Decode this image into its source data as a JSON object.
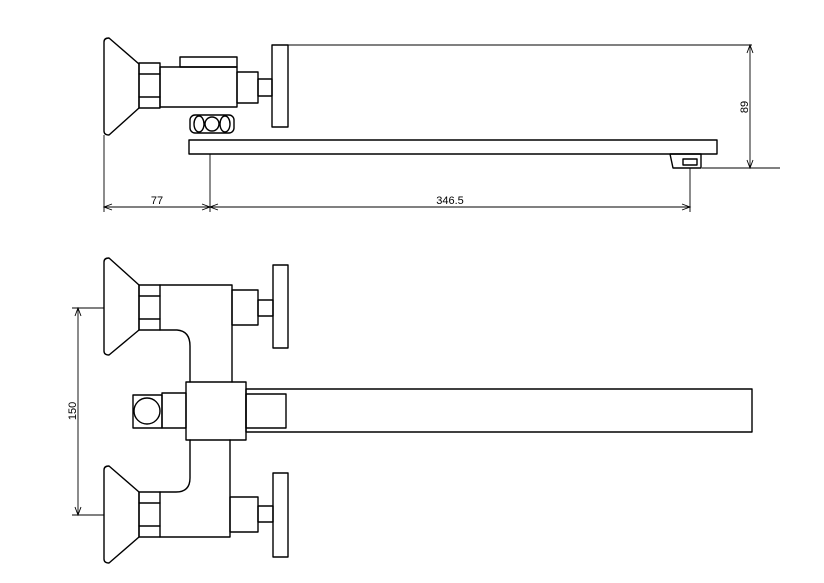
{
  "colors": {
    "line": "#000000",
    "background": "#ffffff"
  },
  "side_view": {
    "dim_flange_to_spout": "77",
    "dim_spout_reach": "346.5",
    "dim_handle_to_outlet_height": "89"
  },
  "plan_view": {
    "dim_inlet_spacing": "150"
  }
}
